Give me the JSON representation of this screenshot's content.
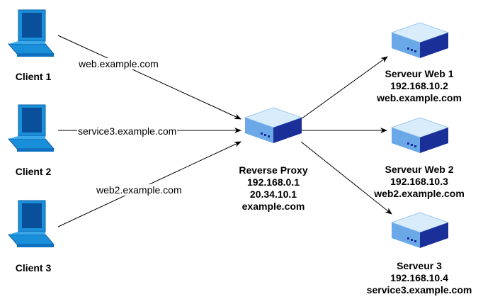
{
  "colors": {
    "laptop_frame": "#1a8fd9",
    "laptop_screen": "#0a4f9a",
    "server_top": "#d9ecfb",
    "server_front": "#6aa8e8",
    "server_side": "#1b2f99",
    "edge": "#000000"
  },
  "clients": [
    {
      "label": "Client 1",
      "icon": "laptop-icon"
    },
    {
      "label": "Client 2",
      "icon": "laptop-icon"
    },
    {
      "label": "Client 3",
      "icon": "laptop-icon"
    }
  ],
  "proxy": {
    "icon": "server-icon",
    "name": "Reverse Proxy",
    "ip1": "192.168.0.1",
    "ip2": "20.34.10.1",
    "domain": "example.com"
  },
  "servers": [
    {
      "icon": "server-icon",
      "name": "Serveur Web 1",
      "ip": "192.168.10.2",
      "domain": "web.example.com"
    },
    {
      "icon": "server-icon",
      "name": "Serveur Web 2",
      "ip": "192.168.10.3",
      "domain": "web2.example.com"
    },
    {
      "icon": "server-icon",
      "name": "Serveur 3",
      "ip": "192.168.10.4",
      "domain": "service3.example.com"
    }
  ],
  "edges": [
    {
      "from": "Client 1",
      "to": "Reverse Proxy",
      "label": "web.example.com"
    },
    {
      "from": "Client 2",
      "to": "Reverse Proxy",
      "label": "service3.example.com"
    },
    {
      "from": "Client 3",
      "to": "Reverse Proxy",
      "label": "web2.example.com"
    },
    {
      "from": "Reverse Proxy",
      "to": "Serveur Web 1",
      "label": ""
    },
    {
      "from": "Reverse Proxy",
      "to": "Serveur Web 2",
      "label": ""
    },
    {
      "from": "Reverse Proxy",
      "to": "Serveur 3",
      "label": ""
    }
  ]
}
